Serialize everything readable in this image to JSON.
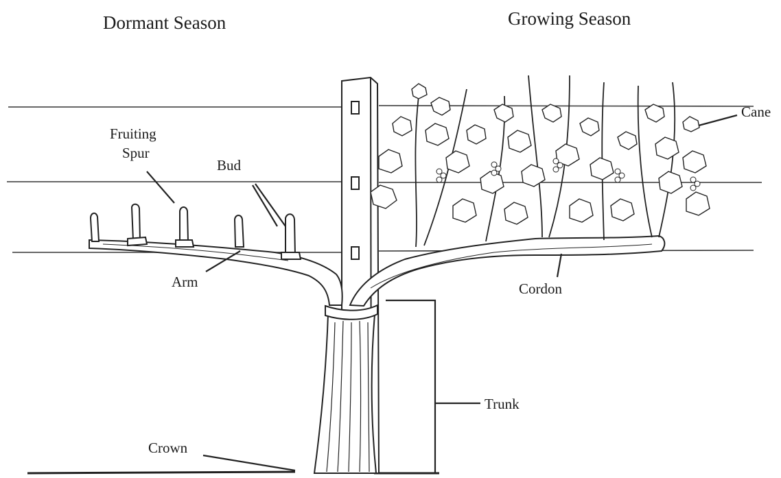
{
  "titles": {
    "left": "Dormant Season",
    "right": "Growing Season"
  },
  "labels": {
    "fruiting_spur_line1": "Fruiting",
    "fruiting_spur_line2": "Spur",
    "bud": "Bud",
    "arm": "Arm",
    "cordon": "Cordon",
    "cane": "Cane",
    "trunk": "Trunk",
    "crown": "Crown"
  },
  "colors": {
    "ink": "#1a1a1a",
    "background": "#ffffff"
  }
}
